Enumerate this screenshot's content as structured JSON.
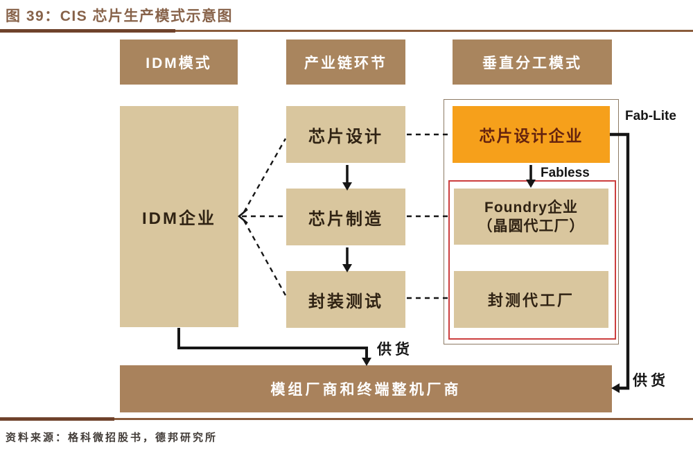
{
  "figure": {
    "title": "图 39：CIS 芯片生产模式示意图",
    "source": "资料来源：格科微招股书，德邦研究所"
  },
  "headers": {
    "idm_mode": "IDM模式",
    "industry_chain": "产业链环节",
    "vertical_division": "垂直分工模式"
  },
  "idm_column": {
    "company": "IDM企业"
  },
  "chain_column": {
    "chip_design": "芯片设计",
    "chip_manufacturing": "芯片制造",
    "packaging_testing": "封装测试"
  },
  "vertical_column": {
    "design_company": "芯片设计企业",
    "foundry_line1": "Foundry企业",
    "foundry_line2": "（晶圆代工厂）",
    "osat_company": "封测代工厂"
  },
  "bottom": {
    "module_makers": "模组厂商和终端整机厂商"
  },
  "labels": {
    "fab_lite": "Fab-Lite",
    "fabless": "Fabless",
    "supply": "供货"
  },
  "colors": {
    "header_brown": "#a9855e",
    "box_tan": "#d9c69e",
    "bottom_brown": "#a9825c",
    "accent_orange": "#f6a01b",
    "red_border": "#cc3e3e",
    "outer_border": "#8d7a64",
    "rule_brown": "#8a5c3c",
    "title_text": "#876249",
    "arrow_black": "#161616"
  }
}
